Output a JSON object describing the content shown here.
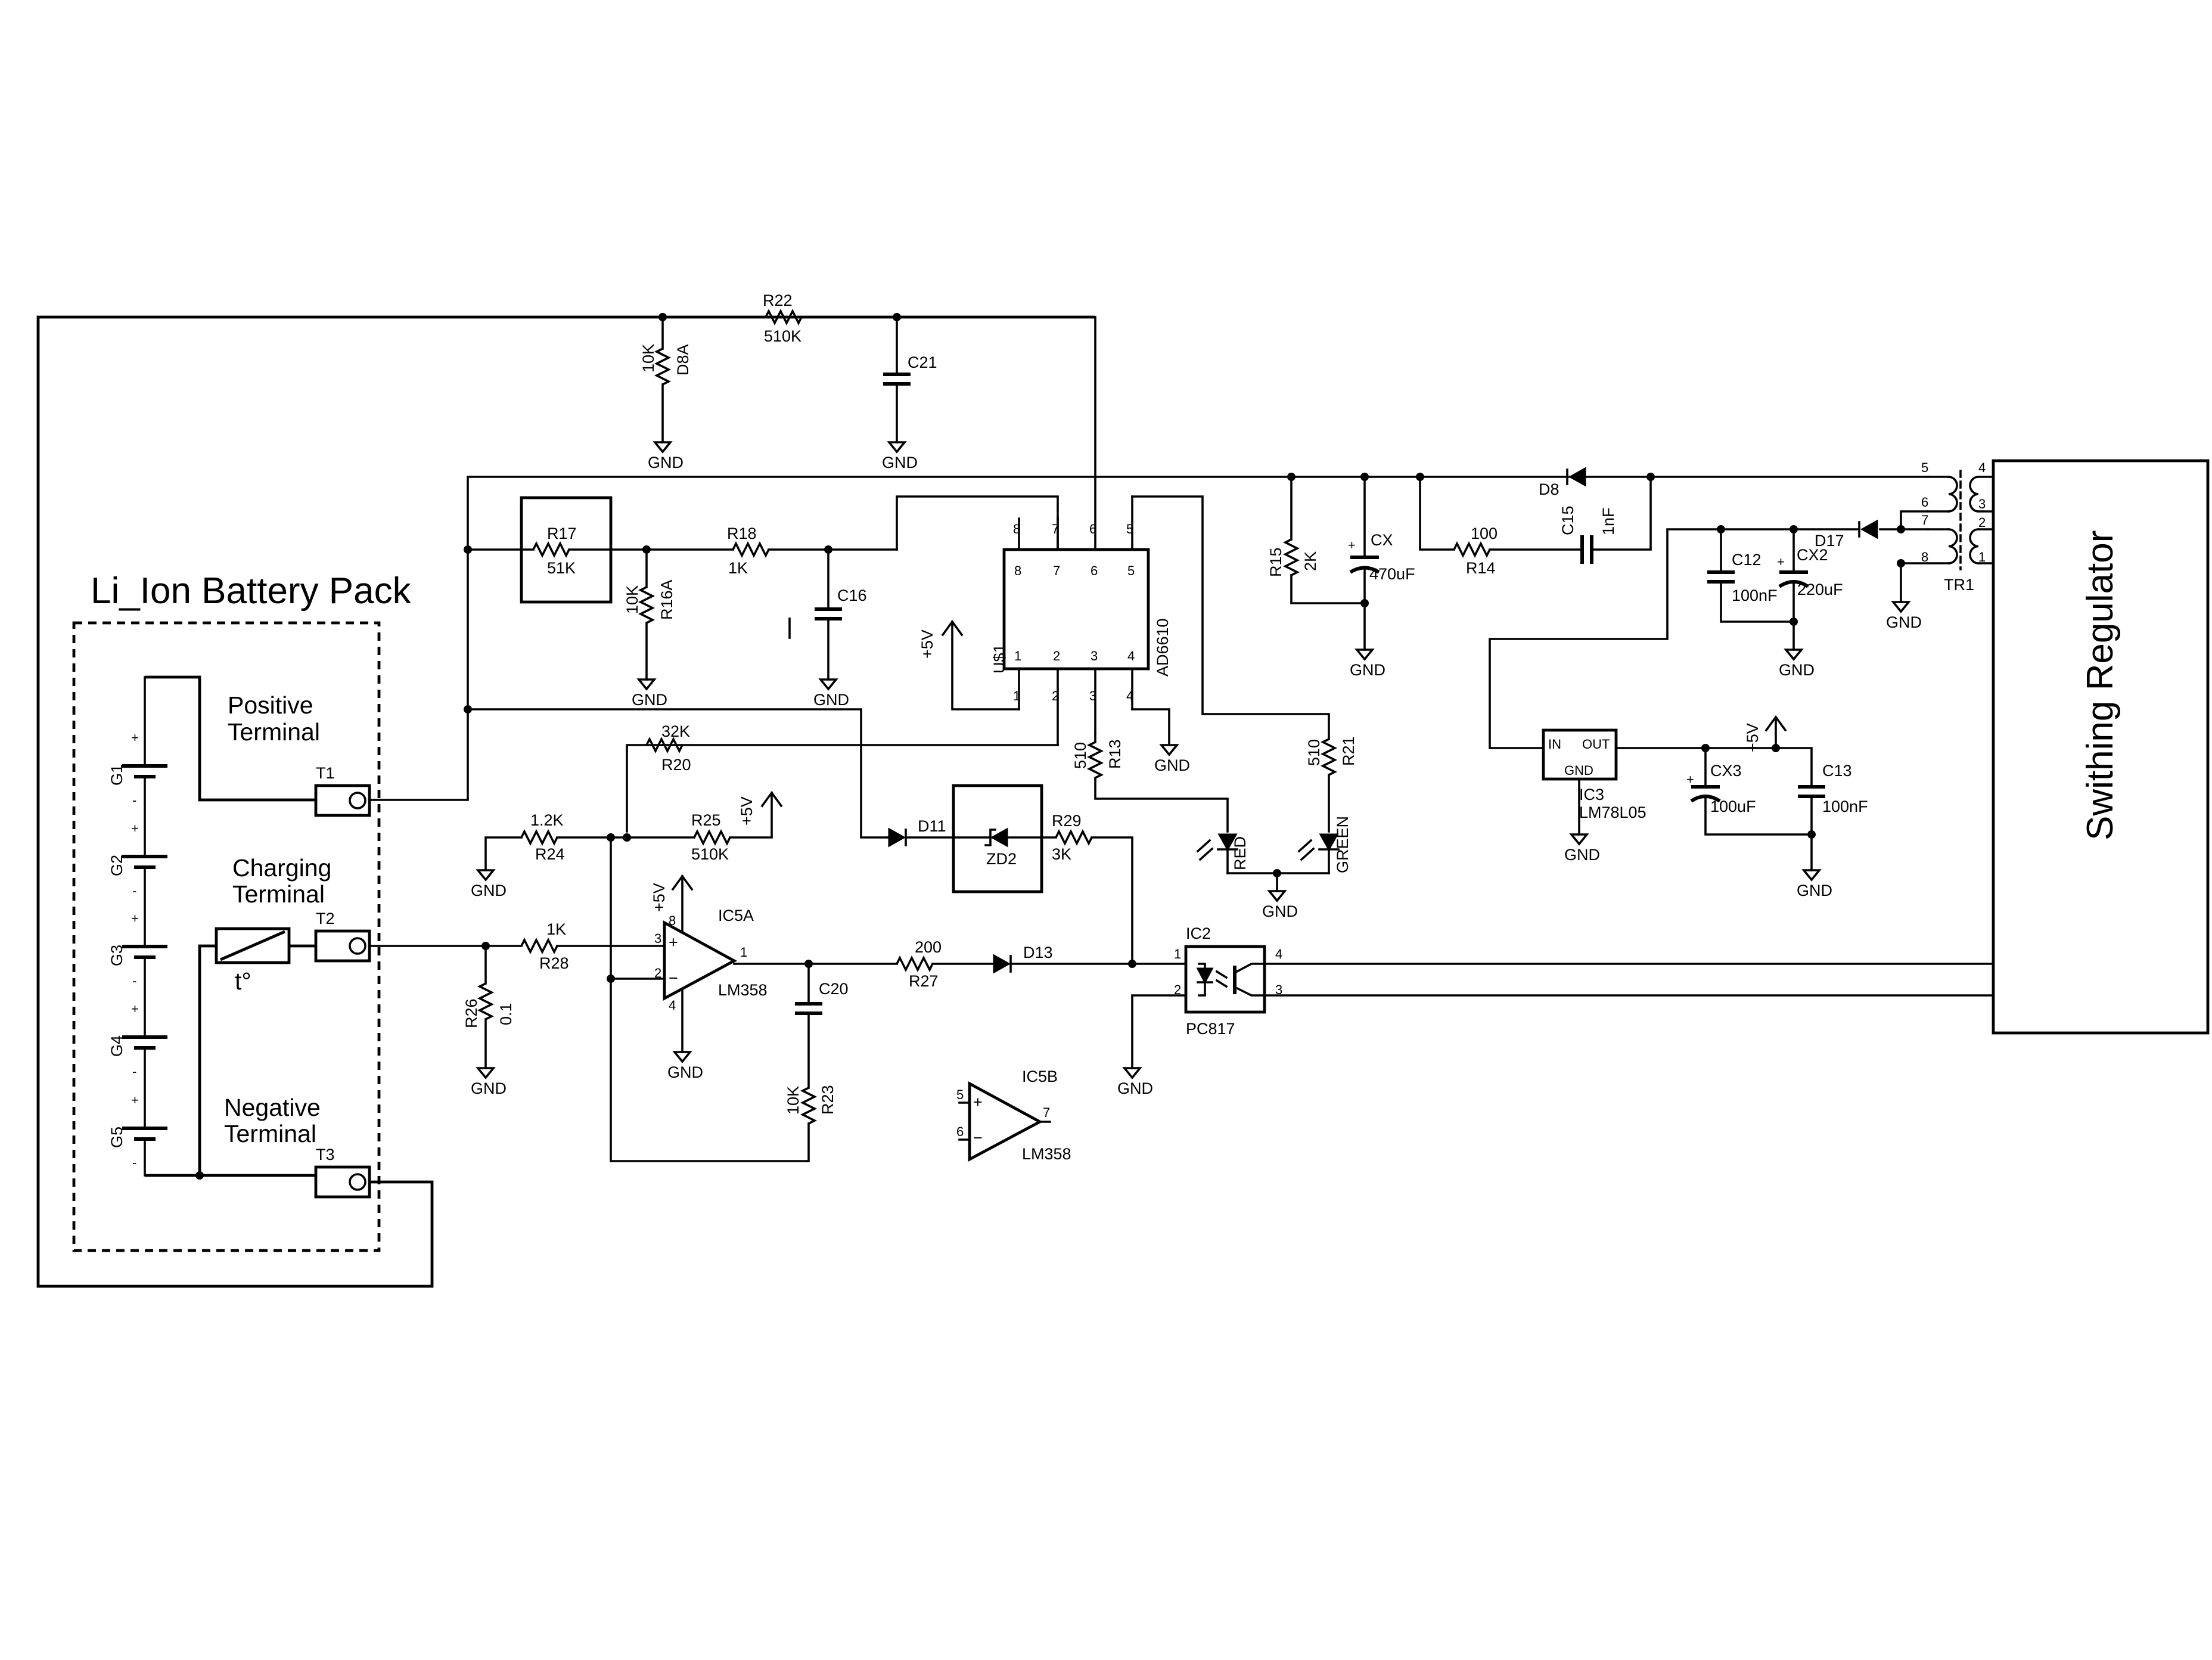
{
  "labels": {
    "battery_pack": "Li_Ion Battery Pack",
    "positive_terminal_1": "Positive",
    "positive_terminal_2": "Terminal",
    "charging_terminal_1": "Charging",
    "charging_terminal_2": "Terminal",
    "negative_terminal_1": "Negative",
    "negative_terminal_2": "Terminal",
    "thermistor": "t°",
    "switching_regulator": "Swithing Regulator"
  },
  "cells": [
    "G1",
    "G2",
    "G3",
    "G4",
    "G5"
  ],
  "terminals": [
    "T1",
    "T2",
    "T3"
  ],
  "components": {
    "R22": {
      "ref": "R22",
      "value": "510K"
    },
    "D8A": {
      "ref": "D8A",
      "value": "10K"
    },
    "C21": {
      "ref": "C21"
    },
    "R17": {
      "ref": "R17",
      "value": "51K"
    },
    "R16A": {
      "ref": "R16A",
      "value": "10K"
    },
    "R18": {
      "ref": "R18",
      "value": "1K"
    },
    "C16": {
      "ref": "C16"
    },
    "U1": {
      "ref": "U$1",
      "part": "AD6610",
      "pins": [
        "8",
        "7",
        "6",
        "5",
        "1",
        "2",
        "3",
        "4"
      ]
    },
    "R15": {
      "ref": "R15",
      "value": "2K"
    },
    "CX": {
      "ref": "CX",
      "value": "470uF"
    },
    "D8": {
      "ref": "D8"
    },
    "R14": {
      "ref": "R14",
      "value": "100"
    },
    "C15": {
      "ref": "C15",
      "value": "1nF"
    },
    "C12": {
      "ref": "C12",
      "value": "100nF"
    },
    "CX2": {
      "ref": "CX2",
      "value": "220uF"
    },
    "D17": {
      "ref": "D17"
    },
    "TR1": {
      "ref": "TR1",
      "pins": [
        "5",
        "4",
        "6",
        "3",
        "7",
        "2",
        "8",
        "1"
      ]
    },
    "IC3": {
      "ref": "IC3",
      "part": "LM78L05",
      "in": "IN",
      "out": "OUT",
      "gnd": "GND"
    },
    "CX3": {
      "ref": "CX3",
      "value": "100uF"
    },
    "C13": {
      "ref": "C13",
      "value": "100nF"
    },
    "R20": {
      "ref": "R20",
      "value": "32K"
    },
    "R24": {
      "ref": "R24",
      "value": "1.2K"
    },
    "R25": {
      "ref": "R25",
      "value": "510K"
    },
    "D11": {
      "ref": "D11"
    },
    "ZD2": {
      "ref": "ZD2"
    },
    "R29": {
      "ref": "R29",
      "value": "3K"
    },
    "R13": {
      "ref": "R13",
      "value": "510"
    },
    "R21": {
      "ref": "R21",
      "value": "510"
    },
    "LED_RED": {
      "ref": "RED"
    },
    "LED_GREEN": {
      "ref": "GREEN"
    },
    "R28": {
      "ref": "R28",
      "value": "1K"
    },
    "R26": {
      "ref": "R26",
      "value": "0.1"
    },
    "IC5A": {
      "ref": "IC5A",
      "part": "LM358",
      "pins": [
        "3",
        "2",
        "1",
        "8",
        "4"
      ]
    },
    "C20": {
      "ref": "C20"
    },
    "R23": {
      "ref": "R23",
      "value": "10K"
    },
    "R27": {
      "ref": "R27",
      "value": "200"
    },
    "D13": {
      "ref": "D13"
    },
    "IC2": {
      "ref": "IC2",
      "part": "PC817",
      "pins": [
        "1",
        "2",
        "4",
        "3"
      ]
    },
    "IC5B": {
      "ref": "IC5B",
      "part": "LM358",
      "pins": [
        "5",
        "6",
        "7"
      ]
    }
  },
  "nets": {
    "gnd": "GND",
    "vcc": "+5V"
  }
}
